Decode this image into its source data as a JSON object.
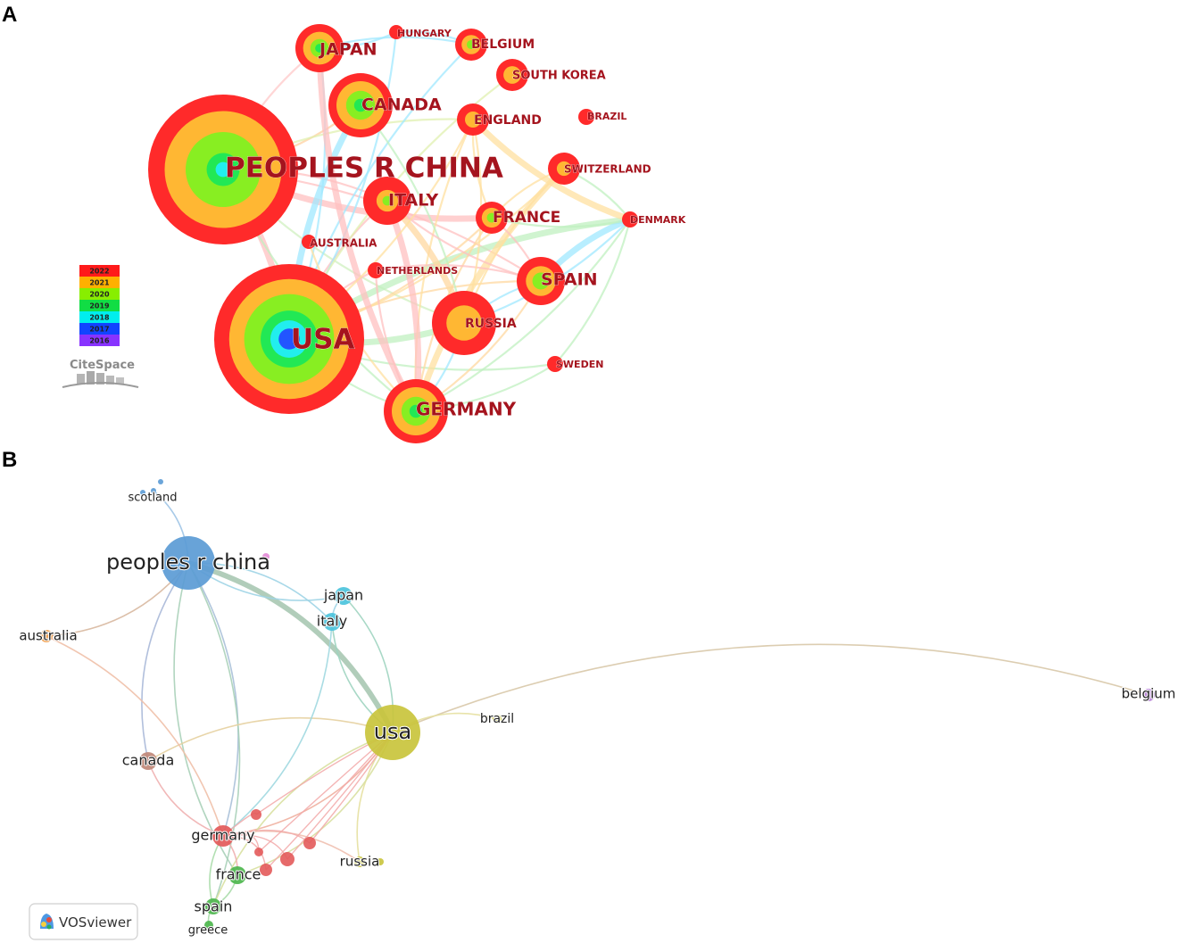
{
  "panel_a": {
    "letter": "A",
    "ring_colors": [
      "#ff2a2a",
      "#ffb733",
      "#88ee22",
      "#22e855",
      "#22eeee",
      "#2255ff",
      "#7b2bff"
    ],
    "legend": {
      "years": [
        "2022",
        "2021",
        "2020",
        "2019",
        "2018",
        "2017",
        "2016"
      ],
      "colors": [
        "#ff1a1a",
        "#ffb000",
        "#88ee00",
        "#11dd44",
        "#00eeee",
        "#1144ff",
        "#8833ff"
      ]
    },
    "logo_text": "CiteSpace",
    "nodes": [
      {
        "id": "china",
        "label": "PEOPLES R CHINA",
        "rings": [
          1,
          0.78,
          0.5,
          0.22,
          0.1
        ]
      },
      {
        "id": "usa",
        "label": "USA",
        "rings": [
          1,
          0.8,
          0.6,
          0.38,
          0.25,
          0.14
        ]
      },
      {
        "id": "japan",
        "label": "JAPAN",
        "rings": [
          1,
          0.68,
          0.38,
          0.18
        ]
      },
      {
        "id": "hungary",
        "label": "HUNGARY",
        "rings": [
          1
        ]
      },
      {
        "id": "belgium",
        "label": "BELGIUM",
        "rings": [
          1,
          0.6,
          0.28
        ]
      },
      {
        "id": "canada",
        "label": "CANADA",
        "rings": [
          1,
          0.75,
          0.45,
          0.2
        ]
      },
      {
        "id": "south_korea",
        "label": "SOUTH KOREA",
        "rings": [
          1,
          0.55
        ]
      },
      {
        "id": "england",
        "label": "ENGLAND",
        "rings": [
          1,
          0.5
        ]
      },
      {
        "id": "brazil",
        "label": "BRAZIL",
        "rings": [
          1
        ]
      },
      {
        "id": "switzerland",
        "label": "SWITZERLAND",
        "rings": [
          1,
          0.45
        ]
      },
      {
        "id": "italy",
        "label": "ITALY",
        "rings": [
          1,
          0.45,
          0.2
        ]
      },
      {
        "id": "france",
        "label": "FRANCE",
        "rings": [
          1,
          0.62,
          0.3
        ]
      },
      {
        "id": "denmark",
        "label": "DENMARK",
        "rings": [
          1
        ]
      },
      {
        "id": "australia",
        "label": "AUSTRALIA",
        "rings": [
          1
        ]
      },
      {
        "id": "netherlands",
        "label": "NETHERLANDS",
        "rings": [
          1
        ]
      },
      {
        "id": "spain",
        "label": "SPAIN",
        "rings": [
          1,
          0.62,
          0.35
        ]
      },
      {
        "id": "russia",
        "label": "RUSSIA",
        "rings": [
          1,
          0.55
        ]
      },
      {
        "id": "sweden",
        "label": "SWEDEN",
        "rings": [
          1
        ]
      },
      {
        "id": "germany",
        "label": "GERMANY",
        "rings": [
          1,
          0.75,
          0.45,
          0.2
        ]
      }
    ],
    "edges": [
      [
        "china",
        "usa",
        "#ffc0c0"
      ],
      [
        "china",
        "germany",
        "#c0f0c0"
      ],
      [
        "china",
        "japan",
        "#ffc8c8"
      ],
      [
        "china",
        "canada",
        "#ffd0a0"
      ],
      [
        "china",
        "italy",
        "#ffc0c0"
      ],
      [
        "china",
        "france",
        "#ffc0c0"
      ],
      [
        "china",
        "spain",
        "#ffc0c0"
      ],
      [
        "china",
        "russia",
        "#d0f0c0"
      ],
      [
        "china",
        "england",
        "#e0f0b0"
      ],
      [
        "usa",
        "japan",
        "#a0e8ff"
      ],
      [
        "usa",
        "canada",
        "#a0e8ff"
      ],
      [
        "usa",
        "germany",
        "#c0f0c0"
      ],
      [
        "usa",
        "italy",
        "#ffc0c0"
      ],
      [
        "usa",
        "france",
        "#ffd8a0"
      ],
      [
        "usa",
        "spain",
        "#ffd8a0"
      ],
      [
        "usa",
        "russia",
        "#c0f0c0"
      ],
      [
        "usa",
        "belgium",
        "#a0e8ff"
      ],
      [
        "usa",
        "hungary",
        "#a0e8ff"
      ],
      [
        "usa",
        "south_korea",
        "#e0f0b0"
      ],
      [
        "usa",
        "sweden",
        "#c0f0c0"
      ],
      [
        "usa",
        "denmark",
        "#c0f0c0"
      ],
      [
        "usa",
        "switzerland",
        "#ffe0a0"
      ],
      [
        "usa",
        "netherlands",
        "#ffc0c0"
      ],
      [
        "japan",
        "hungary",
        "#a0e8ff"
      ],
      [
        "hungary",
        "belgium",
        "#a0e8ff"
      ],
      [
        "japan",
        "germany",
        "#ffc0c0"
      ],
      [
        "japan",
        "belgium",
        "#a0e8ff"
      ],
      [
        "germany",
        "spain",
        "#ffd8a0"
      ],
      [
        "germany",
        "france",
        "#ffd8a0"
      ],
      [
        "germany",
        "russia",
        "#a0e8ff"
      ],
      [
        "germany",
        "switzerland",
        "#ffe0a0"
      ],
      [
        "germany",
        "denmark",
        "#c0f0c0"
      ],
      [
        "germany",
        "england",
        "#ffe0a0"
      ],
      [
        "germany",
        "sweden",
        "#c0f0c0"
      ],
      [
        "germany",
        "netherlands",
        "#ffc0c0"
      ],
      [
        "germany",
        "italy",
        "#ffc0c0"
      ],
      [
        "russia",
        "spain",
        "#a0e8ff"
      ],
      [
        "russia",
        "denmark",
        "#a0e8ff"
      ],
      [
        "russia",
        "switzerland",
        "#ffe0a0"
      ],
      [
        "spain",
        "netherlands",
        "#ffc0c0"
      ],
      [
        "spain",
        "denmark",
        "#a0e8ff"
      ],
      [
        "spain",
        "france",
        "#ffc0c0"
      ],
      [
        "france",
        "switzerland",
        "#ffe0a0"
      ],
      [
        "france",
        "denmark",
        "#c0f0c0"
      ],
      [
        "france",
        "england",
        "#ffe0a0"
      ],
      [
        "england",
        "denmark",
        "#ffe0a0"
      ],
      [
        "switzerland",
        "denmark",
        "#c0f0c0"
      ],
      [
        "sweden",
        "denmark",
        "#c0f0c0"
      ],
      [
        "canada",
        "russia",
        "#c0f0c0"
      ],
      [
        "italy",
        "spain",
        "#ffc0c0"
      ],
      [
        "italy",
        "russia",
        "#ffd8a0"
      ],
      [
        "australia",
        "germany",
        "#ffe0a0"
      ],
      [
        "england",
        "russia",
        "#ffe0a0"
      ],
      [
        "usa",
        "england",
        "#ffe0a0"
      ]
    ]
  },
  "panel_b": {
    "letter": "B",
    "badge_text": "VOSviewer",
    "nodes": [
      {
        "id": "china",
        "label": "peoples r china",
        "color": "#5b9bd5"
      },
      {
        "id": "usa",
        "label": "usa",
        "color": "#c9c43c"
      },
      {
        "id": "scotland",
        "label": "scotland",
        "color": "#5b9bd5"
      },
      {
        "id": "japan",
        "label": "japan",
        "color": "#4cc3dc"
      },
      {
        "id": "italy",
        "label": "italy",
        "color": "#4cc3dc"
      },
      {
        "id": "australia",
        "label": "australia",
        "color": "#f0a050"
      },
      {
        "id": "belgium",
        "label": "belgium",
        "color": "#b47fd6"
      },
      {
        "id": "brazil",
        "label": "brazil",
        "color": "#c9c43c"
      },
      {
        "id": "canada",
        "label": "canada",
        "color": "#c08878"
      },
      {
        "id": "germany",
        "label": "germany",
        "color": "#e35a5a"
      },
      {
        "id": "russia",
        "label": "russia",
        "color": "#c9c43c"
      },
      {
        "id": "france",
        "label": "france",
        "color": "#4db64d"
      },
      {
        "id": "spain",
        "label": "spain",
        "color": "#4db64d"
      },
      {
        "id": "greece",
        "label": "greece",
        "color": "#4db64d"
      }
    ],
    "edges": [
      [
        "china",
        "usa",
        "#a9c8b2"
      ],
      [
        "china",
        "japan",
        "#9fd4e6"
      ],
      [
        "china",
        "italy",
        "#9fd4e6"
      ],
      [
        "china",
        "scotland",
        "#9fc4e6"
      ],
      [
        "china",
        "australia",
        "#d8b8a0"
      ],
      [
        "china",
        "canada",
        "#a8b8d8"
      ],
      [
        "china",
        "germany",
        "#a8c0d8"
      ],
      [
        "china",
        "france",
        "#a8d0b8"
      ],
      [
        "china",
        "spain",
        "#a8d0b8"
      ],
      [
        "usa",
        "japan",
        "#9fd4c0"
      ],
      [
        "usa",
        "italy",
        "#9fd4c0"
      ],
      [
        "usa",
        "belgium",
        "#d8c8a8"
      ],
      [
        "usa",
        "brazil",
        "#e6e0a0"
      ],
      [
        "usa",
        "canada",
        "#e6d0a0"
      ],
      [
        "usa",
        "germany",
        "#f0b0a0"
      ],
      [
        "usa",
        "russia",
        "#e6e0a0"
      ],
      [
        "usa",
        "france",
        "#d8e0a0"
      ],
      [
        "usa",
        "spain",
        "#d8e0a0"
      ],
      [
        "australia",
        "germany",
        "#f0c0a8"
      ],
      [
        "canada",
        "germany",
        "#f0b0b0"
      ],
      [
        "germany",
        "france",
        "#f0b0b0"
      ],
      [
        "germany",
        "spain",
        "#a8dca8"
      ],
      [
        "france",
        "spain",
        "#a8dca8"
      ],
      [
        "spain",
        "greece",
        "#a8dca8"
      ],
      [
        "italy",
        "germany",
        "#a0d8e0"
      ],
      [
        "japan",
        "italy",
        "#9fd4e6"
      ],
      [
        "germany",
        "russia",
        "#f0c0b0"
      ]
    ]
  }
}
